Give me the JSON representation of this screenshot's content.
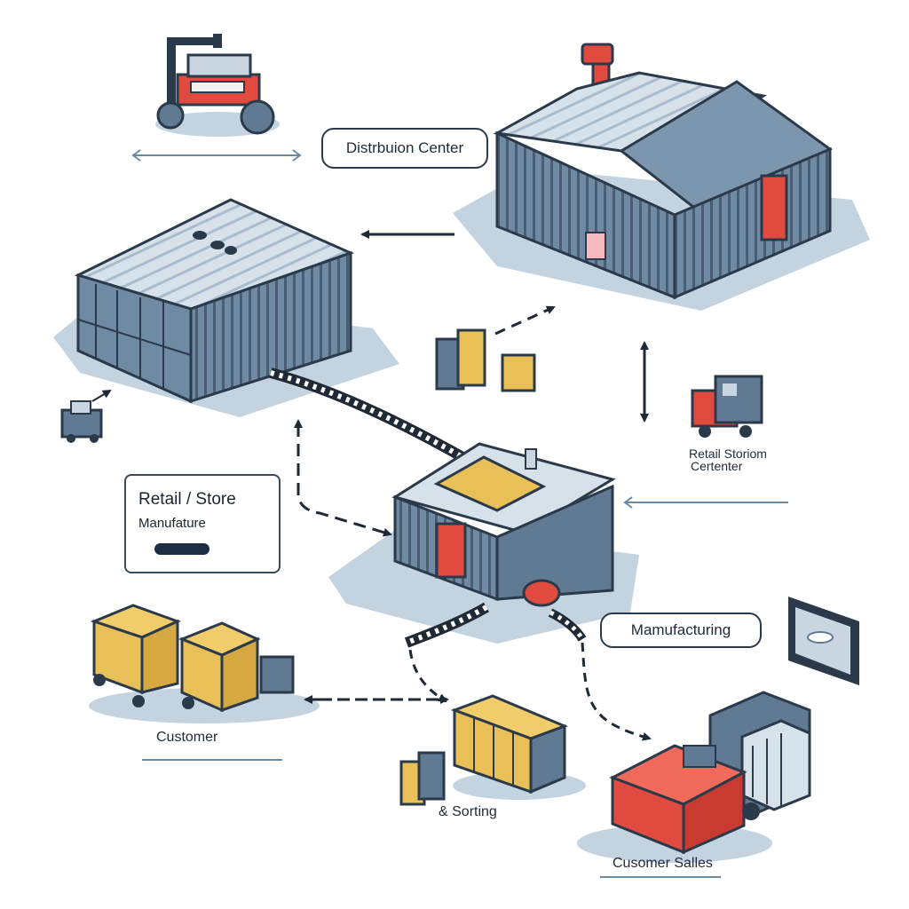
{
  "labels": {
    "distribution_center": "Distrbuion Center",
    "retail_storium_line1": "Retail Storiom",
    "retail_storium_line2": "Certenter",
    "retail_store": "Retail / Store",
    "manufacture": "Manufature",
    "manufacturing": "Mamufacturing",
    "customer": "Customer",
    "sorting": "& Sorting",
    "customer_sales": "Cusomer Salles"
  },
  "colors": {
    "outline": "#2b3a4a",
    "wall_blue": "#5f7a92",
    "wall_light": "#9db4c8",
    "roof": "#c9d6e2",
    "ground_shadow": "#c3d3e0",
    "accent_red": "#e14b3f",
    "box_yellow": "#e9bf58",
    "dark_navy": "#1f2d44"
  },
  "icons": [
    "forklift-icon",
    "delivery-truck-icon",
    "monitor-icon",
    "office-building-icon",
    "cargo-cart-icon",
    "box-stack-icon"
  ]
}
